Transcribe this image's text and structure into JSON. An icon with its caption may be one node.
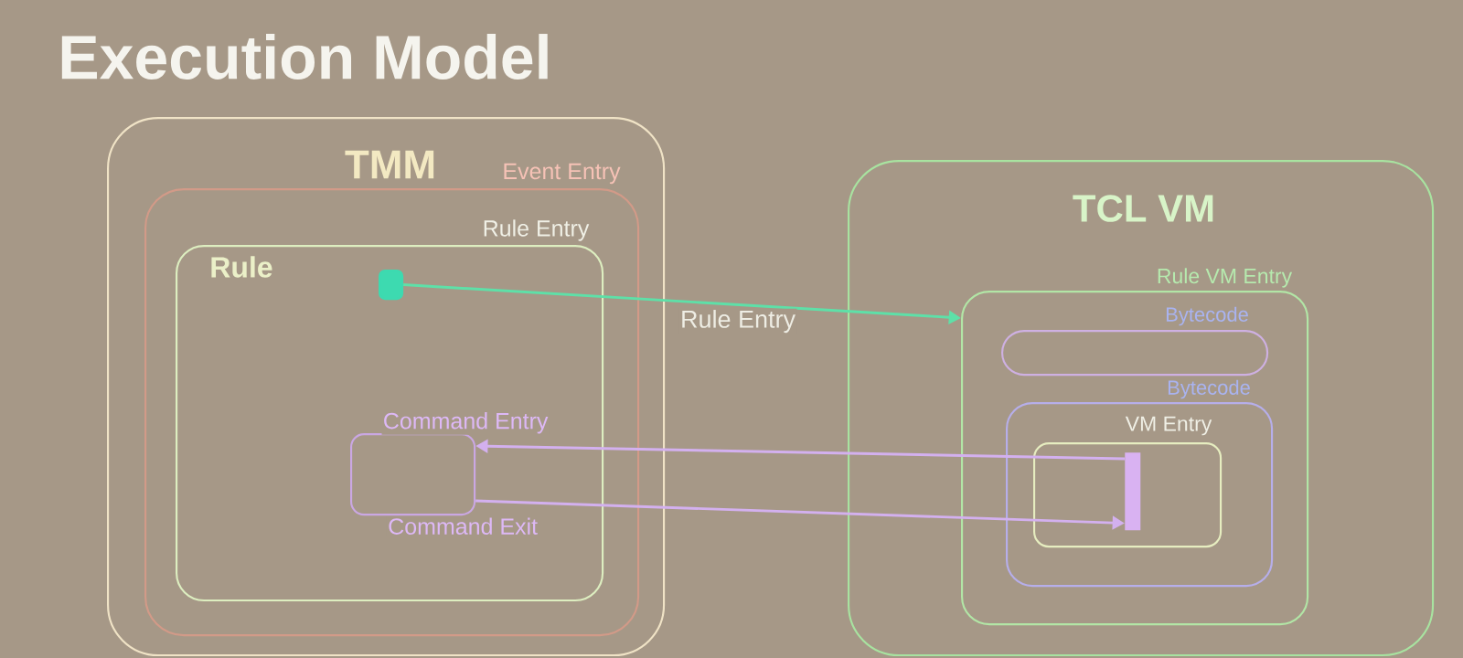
{
  "diagram": {
    "title": "Execution Model",
    "nodes": [
      {
        "text": [
          "TMM"
        ]
      },
      {
        "text": [
          "Event Entry"
        ],
        "in": 0
      },
      {
        "text": [
          "Rule Entry",
          "Rule"
        ],
        "in": 1
      },
      {
        "text": [],
        "shape": "box",
        "in": 2
      },
      {
        "text": [],
        "shape": "box",
        "in": 2
      },
      {
        "text": [
          "TCL VM"
        ]
      },
      {
        "text": [
          "Rule VM Entry"
        ],
        "in": 5
      },
      {
        "text": [
          "Bytecode"
        ],
        "in": 6
      },
      {
        "text": [
          "Bytecode"
        ],
        "in": 6
      },
      {
        "text": [
          "VM Entry"
        ],
        "in": 8
      },
      {
        "text": [],
        "shape": "bar",
        "in": 9
      }
    ],
    "edges": [
      {
        "from": 3,
        "to": 6,
        "arrow": "to",
        "label": "Rule Entry",
        "color": "#5ee0a8"
      },
      {
        "from": 10,
        "to": 4,
        "arrow": "to",
        "label": "Command Entry"
      },
      {
        "from": 4,
        "to": 10,
        "arrow": "to",
        "label": "Command Exit"
      }
    ]
  }
}
